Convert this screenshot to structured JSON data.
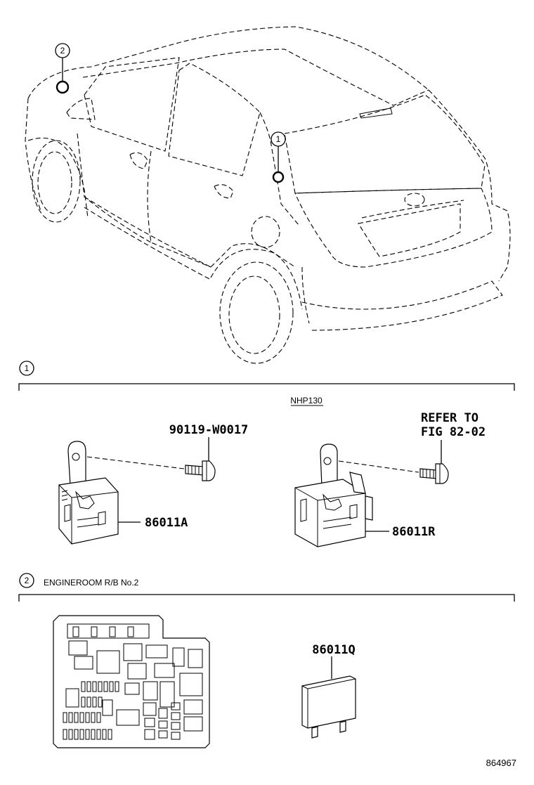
{
  "diagram_id": "864967",
  "markers": {
    "m1": "1",
    "m2": "2"
  },
  "sections": [
    {
      "number": "1",
      "variant": "NHP130",
      "parts": {
        "bolt": "90119-W0017",
        "left_unit": "86011A",
        "right_unit": "86011R",
        "refer_line1": "REFER TO",
        "refer_line2": "FIG 82-02"
      }
    },
    {
      "number": "2",
      "title": "ENGINEROOM R/B No.2",
      "parts": {
        "relay": "86011Q"
      }
    }
  ]
}
